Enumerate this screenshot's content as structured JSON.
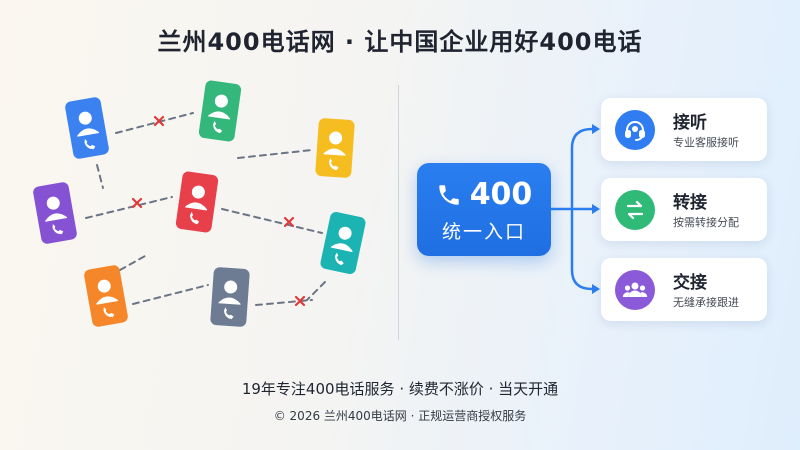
{
  "header": {
    "title": "兰州400电话网 · 让中国企业用好400电话"
  },
  "hub": {
    "number": "400",
    "label": "统一入口",
    "icon": "phone-icon"
  },
  "services": [
    {
      "title": "接听",
      "subtitle": "专业客服接听",
      "icon": "headset-icon",
      "color": "#2f7df0"
    },
    {
      "title": "转接",
      "subtitle": "按需转接分配",
      "icon": "swap-arrows-icon",
      "color": "#2fba78"
    },
    {
      "title": "交接",
      "subtitle": "无缝承接跟进",
      "icon": "group-icon",
      "color": "#8a5ad8"
    }
  ],
  "contacts": [
    {
      "color": "#3b82f0",
      "icon": "contact-phone-icon"
    },
    {
      "color": "#34b77a",
      "icon": "contact-phone-icon"
    },
    {
      "color": "#f5bd1f",
      "icon": "contact-phone-icon"
    },
    {
      "color": "#8652d4",
      "icon": "contact-phone-icon"
    },
    {
      "color": "#e8404b",
      "icon": "contact-phone-icon"
    },
    {
      "color": "#1cb3b3",
      "icon": "contact-phone-icon"
    },
    {
      "color": "#f5862a",
      "icon": "contact-phone-icon"
    },
    {
      "color": "#6d7c93",
      "icon": "contact-phone-icon"
    }
  ],
  "tagline": "19年专注400电话服务 · 续费不涨价 · 当天开通",
  "footer": "© 2026 兰州400电话网 · 正规运营商授权服务"
}
